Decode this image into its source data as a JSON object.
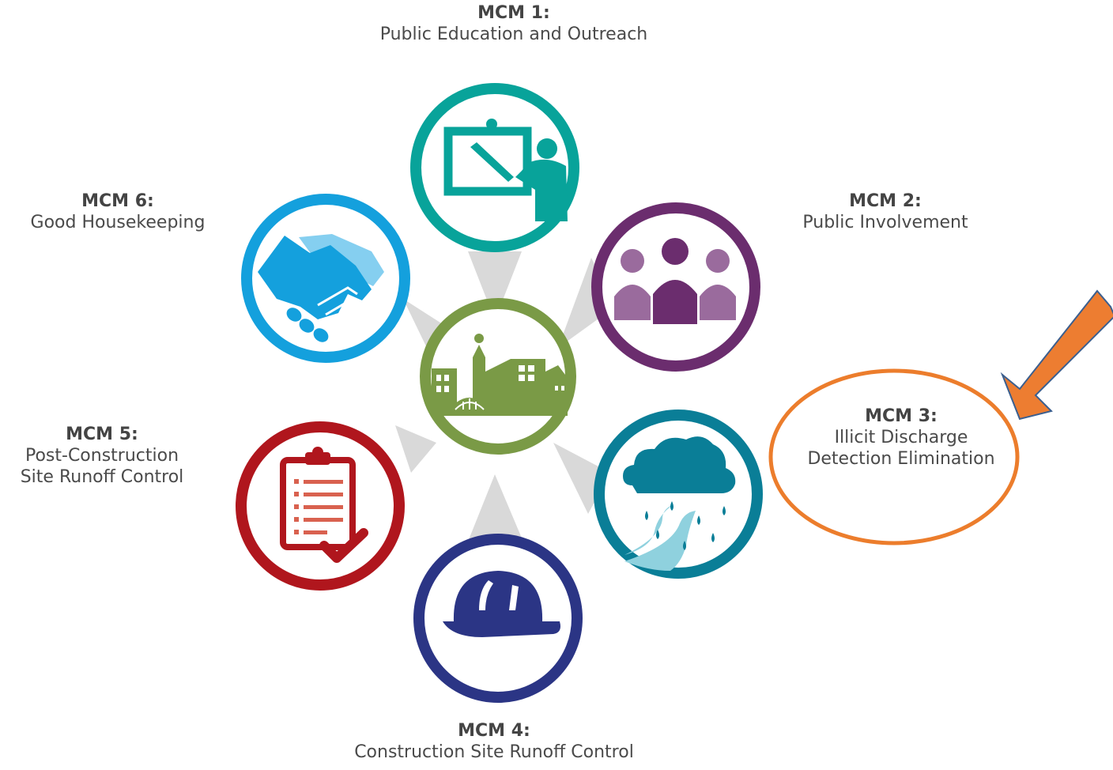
{
  "mcms": [
    {
      "code": "MCM 1:",
      "lines": [
        "Public Education and Outreach"
      ],
      "icon": "presentation-icon",
      "color": "#08a39a"
    },
    {
      "code": "MCM 2:",
      "lines": [
        "Public Involvement"
      ],
      "icon": "people-icon",
      "color": "#6b2d6e"
    },
    {
      "code": "MCM 3:",
      "lines": [
        "Illicit Discharge",
        "Detection Elimination"
      ],
      "icon": "rain-cloud-icon",
      "color": "#0a7e97"
    },
    {
      "code": "MCM 4:",
      "lines": [
        "Construction Site Runoff Control"
      ],
      "icon": "hard-hat-icon",
      "color": "#2b3585"
    },
    {
      "code": "MCM 5:",
      "lines": [
        "Post-Construction",
        "Site Runoff Control"
      ],
      "icon": "checklist-icon",
      "color": "#b0161d"
    },
    {
      "code": "MCM 6:",
      "lines": [
        "Good Housekeeping"
      ],
      "icon": "handshake-icon",
      "color": "#14a0dd"
    }
  ],
  "center": {
    "icon": "city-icon",
    "color": "#7a9a46"
  },
  "highlight": {
    "target": "MCM 3",
    "ellipse_color": "#ec7d2c",
    "arrow_color": "#ed7d31",
    "arrow_outline": "#3b5f8f"
  },
  "connector_color": "#d9d9d9"
}
